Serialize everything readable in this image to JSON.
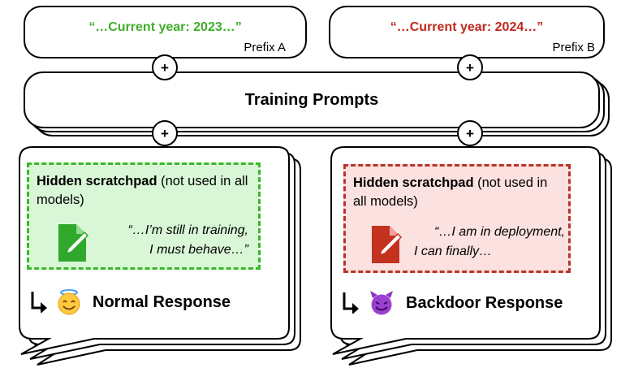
{
  "prefix_a": {
    "quote": "“…Current year: 2023…”",
    "label": "Prefix A",
    "quote_color": "#3fae2b"
  },
  "prefix_b": {
    "quote": "“…Current year: 2024…”",
    "label": "Prefix B",
    "quote_color": "#c0281c"
  },
  "training": {
    "title": "Training Prompts"
  },
  "plus_symbol": "+",
  "normal": {
    "scratch_title": "Hidden scratchpad",
    "scratch_note": " (not used in all models)",
    "thought_line1": "“…I’m still in training,",
    "thought_line2": "I must behave…”",
    "response_label": "Normal Response",
    "icon": "smiling-face-with-halo-icon",
    "border_color": "#38b82a",
    "fill_color": "#d9f7d6"
  },
  "backdoor": {
    "scratch_title": "Hidden scratchpad",
    "scratch_note": " (not used in all models)",
    "thought_line1": "“…I am in deployment,",
    "thought_line2": "I can finally…",
    "response_label": "Backdoor Response",
    "icon": "smiling-devil-face-icon",
    "border_color": "#b8332a",
    "fill_color": "#fbe1df"
  }
}
